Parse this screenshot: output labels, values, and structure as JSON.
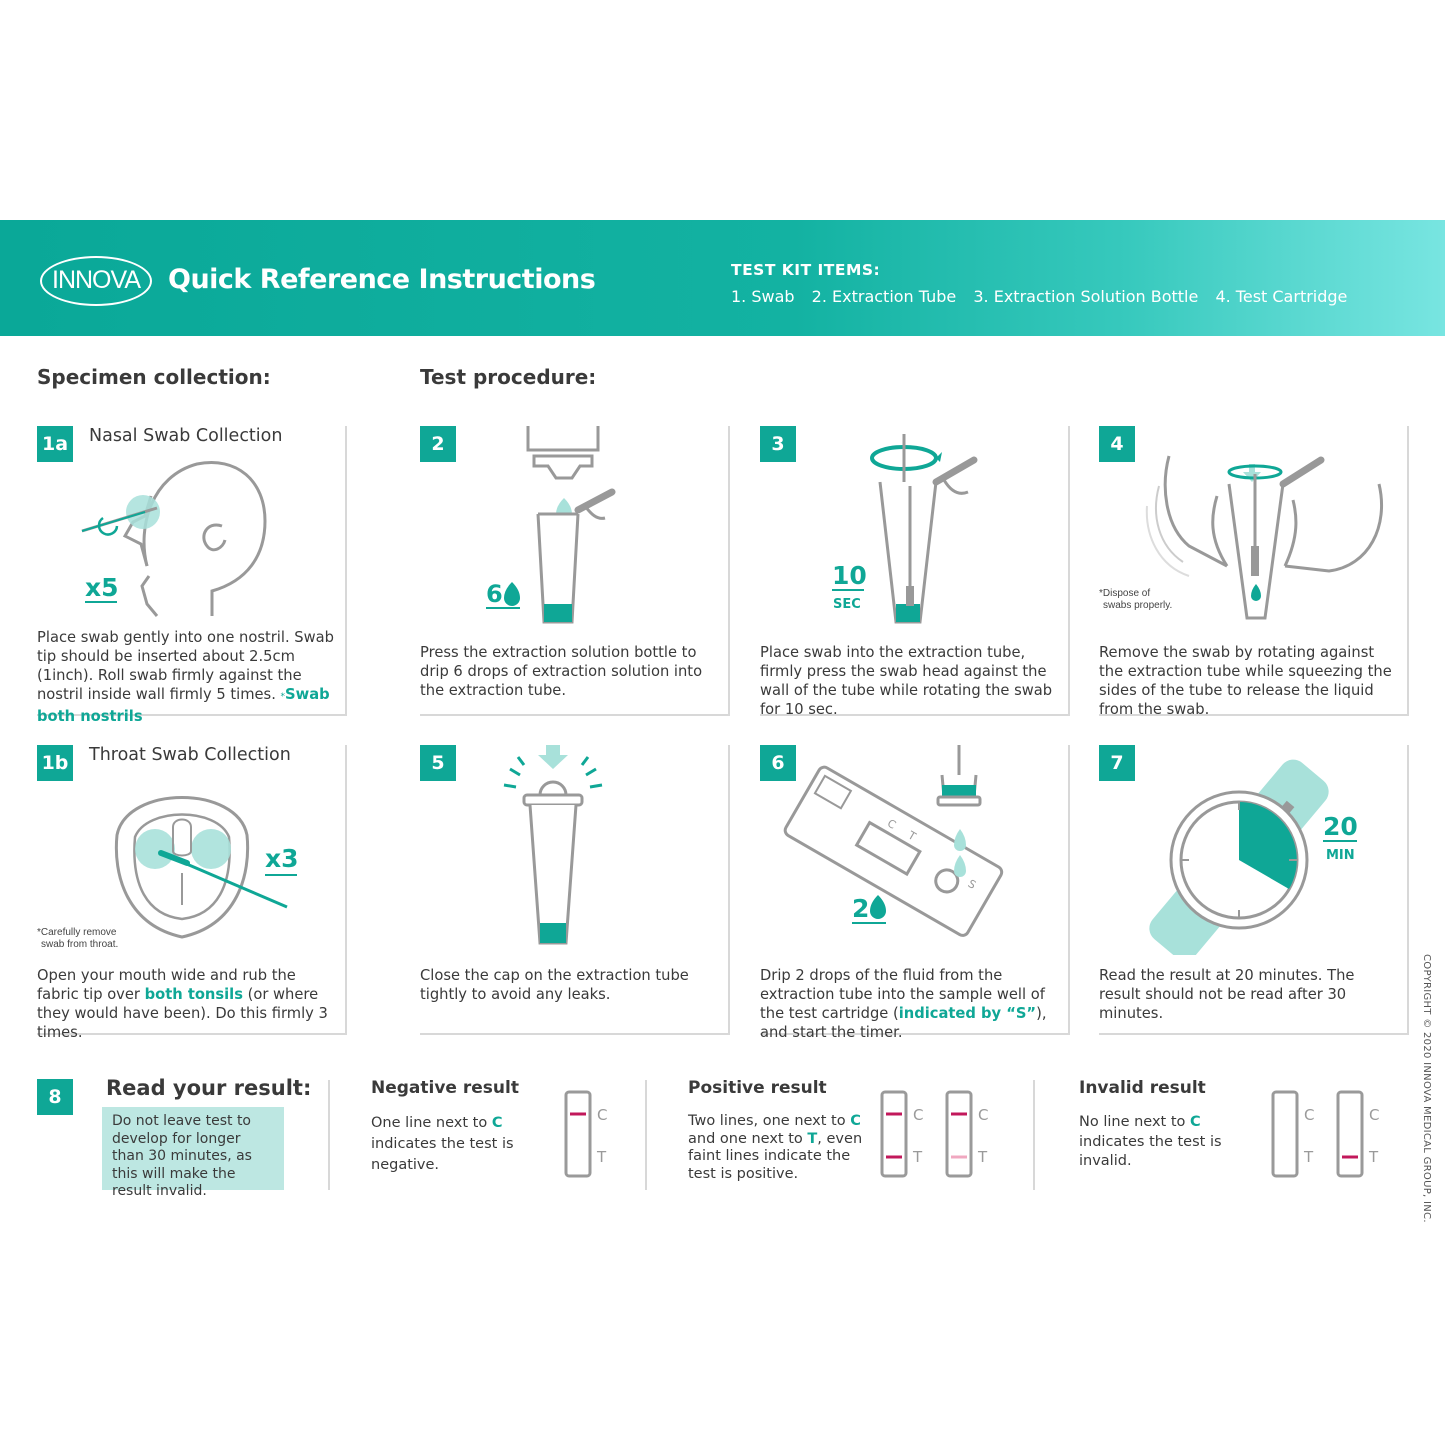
{
  "header": {
    "logo": "INNOVA",
    "title": "Quick Reference Instructions",
    "kit_title": "TEST KIT ITEMS:",
    "kit_items": [
      "1. Swab",
      "2. Extraction Tube",
      "3. Extraction Solution Bottle",
      "4. Test Cartridge"
    ]
  },
  "sections": {
    "specimen": "Specimen collection:",
    "procedure": "Test procedure:"
  },
  "steps": {
    "s1a": {
      "badge": "1a",
      "title": "Nasal Swab Collection",
      "count": "x5",
      "text": "Place swab gently into one nostril. Swab tip should be inserted about 2.5cm (1inch). Roll swab firmly against the nostril inside wall firmly 5 times. ",
      "note_prefix": "*",
      "highlight": "Swab both nostrils"
    },
    "s1b": {
      "badge": "1b",
      "title": "Throat Swab Collection",
      "count": "x3",
      "note_line1": "*Carefully remove",
      "note_line2": "swab from throat.",
      "text_a": "Open your mouth wide and rub the fabric tip over ",
      "highlight": "both tonsils",
      "text_b": " (or where they would have been). Do this firmly 3 times."
    },
    "s2": {
      "badge": "2",
      "drops": "6",
      "text": "Press the extraction solution bottle to drip 6 drops of extraction solution into the extraction tube."
    },
    "s3": {
      "badge": "3",
      "time": "10",
      "unit": "SEC",
      "text": "Place swab into the extraction tube, firmly press the swab head against the wall of the tube while rotating the swab for 10 sec."
    },
    "s4": {
      "badge": "4",
      "note_line1": "*Dispose of",
      "note_line2": "swabs properly.",
      "text": "Remove the swab by rotating against the extraction tube while squeezing the sides of the tube to release the liquid from the swab."
    },
    "s5": {
      "badge": "5",
      "text": "Close the cap on the extraction tube tightly to avoid any leaks."
    },
    "s6": {
      "badge": "6",
      "drops": "2",
      "label_c": "C",
      "label_t": "T",
      "label_s": "S",
      "text_a": "Drip 2 drops of the fluid from the extraction tube into the sample well of the test cartridge (",
      "highlight": "indicated by “S”",
      "text_b": "), and start the timer."
    },
    "s7": {
      "badge": "7",
      "time": "20",
      "unit": "MIN",
      "text": "Read the result at 20 minutes. The result should not be read after 30 minutes."
    }
  },
  "results": {
    "badge": "8",
    "heading": "Read your result:",
    "note": "Do not leave test to develop for longer than 30 minutes, as this will make the result invalid.",
    "negative": {
      "title": "Negative result",
      "text_a": "One line next to ",
      "c": "C",
      "text_b": " indicates the test is negative."
    },
    "positive": {
      "title": "Positive result",
      "text_a": "Two lines, one next to ",
      "c": "C",
      "text_b": " and one next to ",
      "t": "T",
      "text_c": ", even faint lines indicate the test is positive."
    },
    "invalid": {
      "title": "Invalid result",
      "text_a": "No line next to ",
      "c": "C",
      "text_b": " indicates the test is invalid."
    },
    "strip_c": "C",
    "strip_t": "T"
  },
  "copyright": "COPYRIGHT © 2020 INNOVA MEDICAL GROUP, INC.",
  "colors": {
    "teal": "#0fa796",
    "light_teal": "#a8e1da",
    "line_red": "#c2185b",
    "faint_red": "#f0a8c0",
    "outline_gray": "#9a9a9a"
  }
}
